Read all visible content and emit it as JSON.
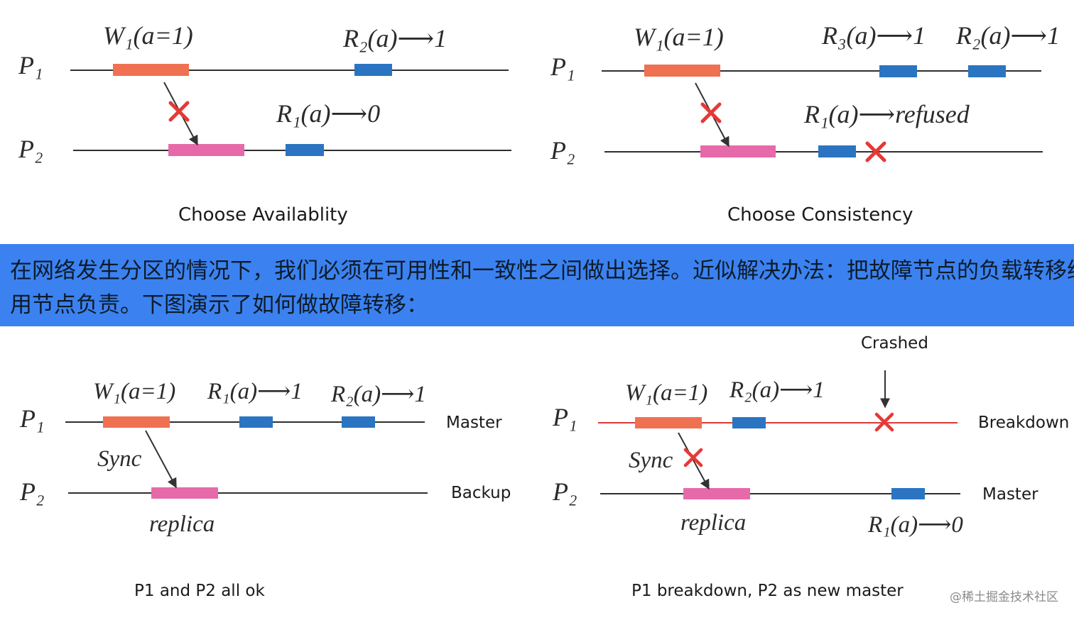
{
  "colors": {
    "write": "#f07052",
    "read": "#2b74c2",
    "replica": "#e66aa9",
    "cross": "#e53935",
    "line": "#2f2f2f",
    "crashed_line": "#d93a3a",
    "banner": "#3b82f0"
  },
  "panels": {
    "tl": {
      "p1": "P₁",
      "p2": "P₂",
      "w": "W₁(a=1)",
      "r2": "R₂(a)⟶1",
      "r1": "R₁(a)⟶0",
      "caption": "Choose Availablity"
    },
    "tr": {
      "p1": "P₁",
      "p2": "P₂",
      "w": "W₁(a=1)",
      "r3": "R₃(a)⟶1",
      "r2": "R₂(a)⟶1",
      "r1": "R₁(a)⟶refused",
      "caption": "Choose Consistency"
    },
    "bl": {
      "p1": "P₁",
      "p2": "P₂",
      "w": "W₁(a=1)",
      "r1": "R₁(a)⟶1",
      "r2": "R₂(a)⟶1",
      "sync": "Sync",
      "replica": "replica",
      "role1": "Master",
      "role2": "Backup",
      "caption": "P1 and P2 all ok"
    },
    "br": {
      "p1": "P₁",
      "p2": "P₂",
      "w": "W₁(a=1)",
      "r2": "R₂(a)⟶1",
      "r1": "R₁(a)⟶0",
      "sync": "Sync",
      "replica": "replica",
      "crashed": "Crashed",
      "role1": "Breakdown",
      "role2": "Master",
      "caption": "P1 breakdown, P2 as new master"
    }
  },
  "banner": {
    "text": "在网络发生分区的情况下，我们必须在可用性和一致性之间做出选择。近似解决办法：把故障节点的负载转移给备用节点负责。下图演示了如何做故障转移："
  },
  "watermark": "@稀土掘金技术社区"
}
